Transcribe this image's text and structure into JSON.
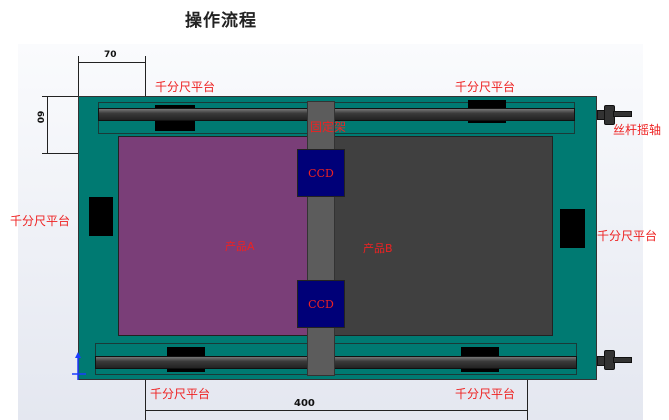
{
  "title": "操作流程",
  "labels": {
    "micrometer_top_left": "千分尺平台",
    "micrometer_top_right": "千分尺平台",
    "micrometer_left": "千分尺平台",
    "micrometer_right": "千分尺平台",
    "micrometer_bottom_left": "千分尺平台",
    "micrometer_bottom_right": "千分尺平台",
    "fixture": "固定架",
    "screw_shaft": "丝杆摇轴",
    "product_a": "产品A",
    "product_b": "产品B",
    "ccd_top": "CCD",
    "ccd_bottom": "CCD"
  },
  "dimensions": {
    "width_70": "70",
    "height_60": "60",
    "length_400": "400"
  },
  "colors": {
    "frame": "#007a72",
    "product_a": "#7a3e78",
    "product_b": "#404040",
    "ccd": "#000078",
    "label": "#ee2222"
  }
}
